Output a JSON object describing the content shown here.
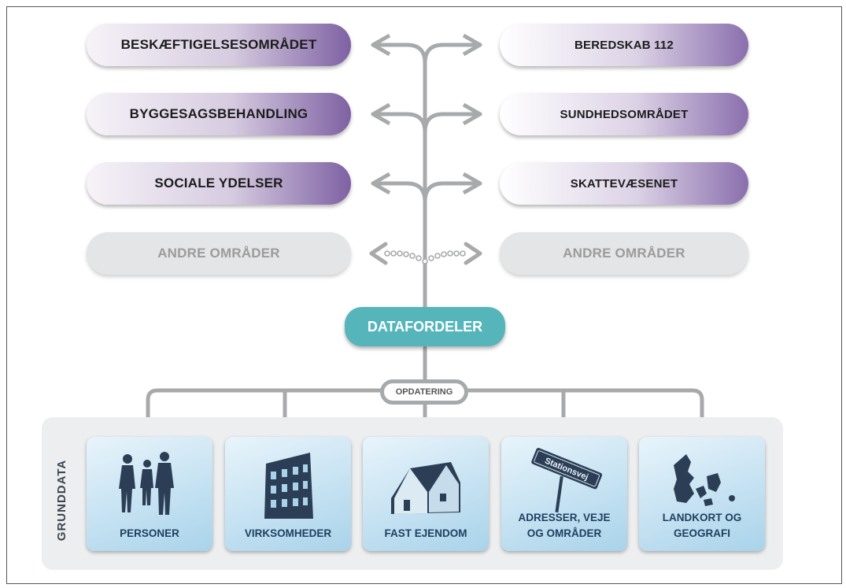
{
  "left_areas": [
    "BESKÆFTIGELSESOMRÅDET",
    "BYGGESAGSBEHANDLING",
    "SOCIALE YDELSER",
    "ANDRE OMRÅDER"
  ],
  "right_areas": [
    "BEREDSKAB 112",
    "SUNDHEDSOMRÅDET",
    "SKATTEVÆSENET",
    "ANDRE OMRÅDER"
  ],
  "center": "DATAFORDELER",
  "update": "OPDATERING",
  "section": "GRUNDDATA",
  "cards": [
    {
      "label": "PERSONER",
      "icon": "people-icon"
    },
    {
      "label": "VIRKSOMHEDER",
      "icon": "building-icon"
    },
    {
      "label": "FAST EJENDOM",
      "icon": "house-icon"
    },
    {
      "label": "ADRESSER, VEJE\nOG OMRÅDER",
      "icon": "street-sign-icon",
      "sign_text": "Stationsvej"
    },
    {
      "label": "LANDKORT OG\nGEOGRAFI",
      "icon": "denmark-map-icon"
    }
  ],
  "colors": {
    "connector": "#a8a9ab",
    "datafordeler": "#55b5bb",
    "area_accent": "#7e61a3",
    "card": "#a9d3ea"
  }
}
